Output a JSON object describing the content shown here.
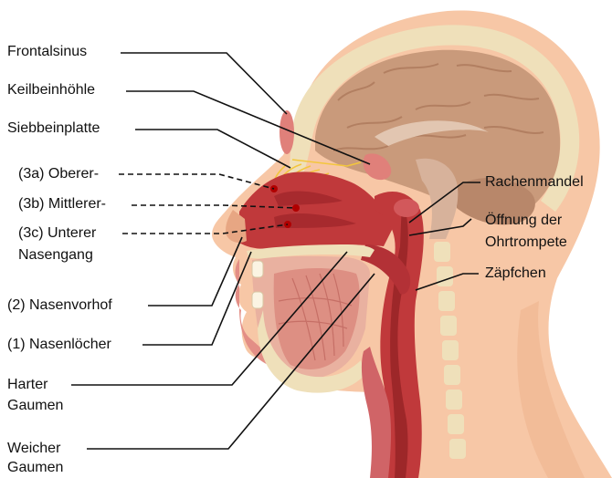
{
  "labels": {
    "frontalsinus": "Frontalsinus",
    "keilbeinhoehle": "Keilbeinhöhle",
    "siebbeinplatte": "Siebbeinplatte",
    "oberer": "(3a) Oberer-",
    "mittlerer": "(3b) Mittlerer-",
    "unterer_line1": "(3c) Unterer",
    "unterer_line2": "Nasengang",
    "nasenvorhof": "(2) Nasenvorhof",
    "nasenloecher": "(1) Nasenlöcher",
    "harter_line1": "Harter",
    "harter_line2": "Gaumen",
    "weicher_line1": "Weicher",
    "weicher_line2": "Gaumen",
    "rachenmandel": "Rachenmandel",
    "oeffnung_line1": "Öffnung der",
    "oeffnung_line2": "Ohrtrompete",
    "zaepfchen": "Zäpfchen"
  },
  "colors": {
    "skin": "#f7c7a6",
    "skin_shadow": "#e7a683",
    "bone": "#efe0ba",
    "brain": "#c99a7b",
    "mucosa": "#c0393b",
    "mucosa_dark": "#8e1f22",
    "tongue": "#dd8f83",
    "nerve": "#f3c63d",
    "line": "#111111"
  }
}
